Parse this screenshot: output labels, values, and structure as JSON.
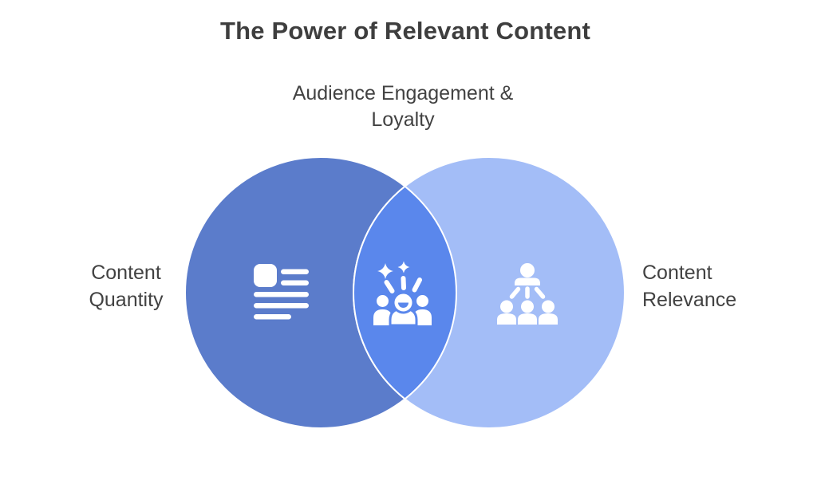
{
  "title": "The Power of Relevant Content",
  "venn": {
    "overlap_label": "Audience Engagement & Loyalty",
    "left": {
      "label": "Content Quantity",
      "color": "#5B7CCB",
      "icon": "article-icon"
    },
    "overlap": {
      "color": "#5A87EC",
      "icon": "celebration-icon"
    },
    "right": {
      "label": "Content Relevance",
      "color": "#A3BDF7",
      "icon": "people-hierarchy-icon"
    },
    "outline_color": "#FFFFFF",
    "icon_color": "#FFFFFF"
  },
  "colors": {
    "background": "#FFFFFF",
    "title_text": "#3E3E3E",
    "label_text": "#424242"
  }
}
